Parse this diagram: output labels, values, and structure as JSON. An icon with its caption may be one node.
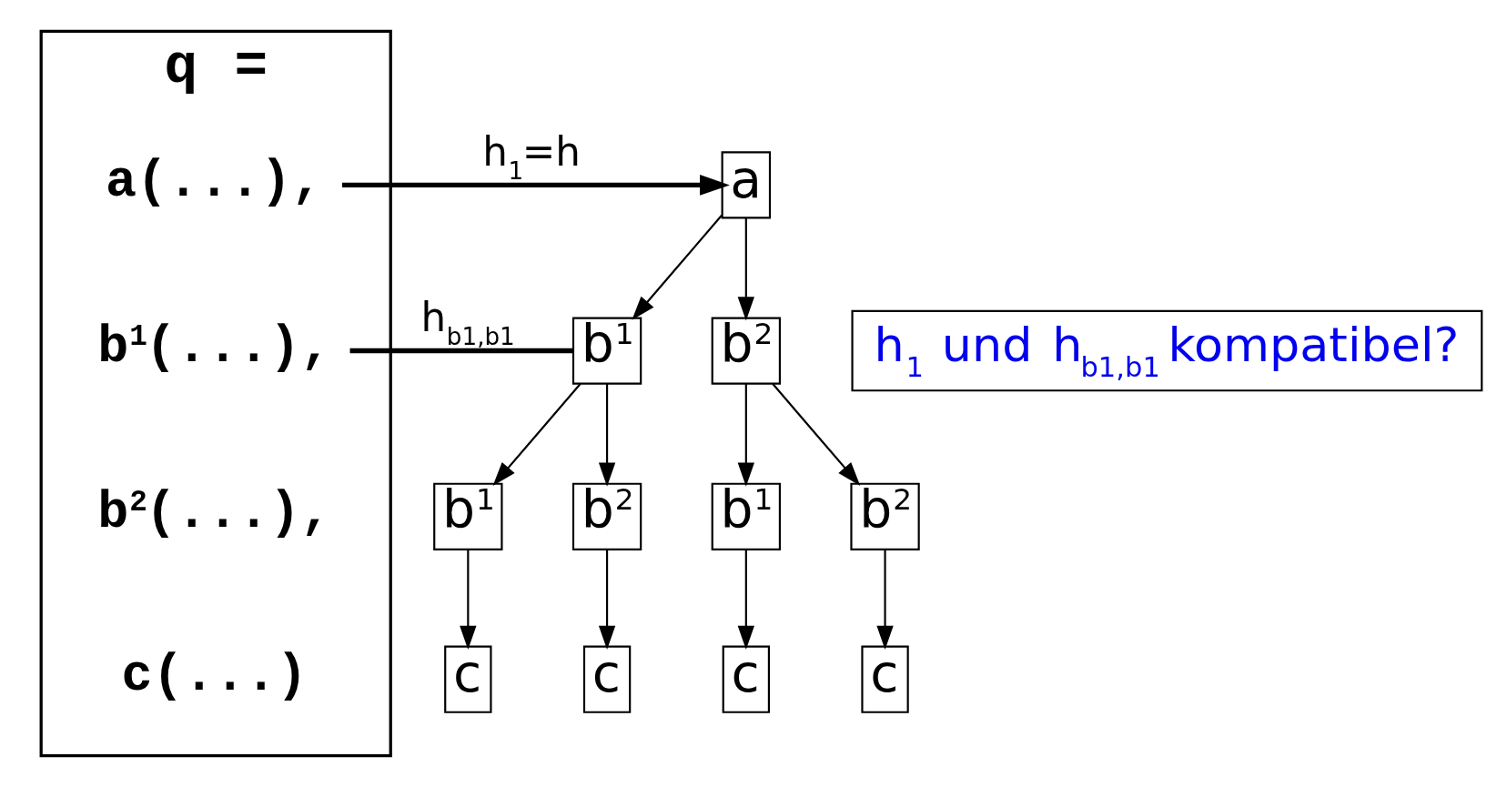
{
  "diagram": {
    "nodes": [
      {
        "text": [
          "q ="
        ]
      },
      {
        "text": [
          "a(...),"
        ],
        "in": 0
      },
      {
        "text": [
          "b$^{1}$(...),"
        ],
        "in": 0
      },
      {
        "text": [
          "b$^{2}$(...),"
        ],
        "in": 0
      },
      {
        "text": [
          "c(...)"
        ],
        "in": 0
      },
      {
        "text": [
          "a"
        ]
      },
      {
        "text": [
          "b$^{1}$"
        ]
      },
      {
        "text": [
          "b$^{2}$"
        ]
      },
      {
        "text": [
          "b$^{1}$"
        ]
      },
      {
        "text": [
          "b$^{2}$"
        ]
      },
      {
        "text": [
          "b$^{1}$"
        ]
      },
      {
        "text": [
          "b$^{2}$"
        ]
      },
      {
        "text": [
          "c"
        ]
      },
      {
        "text": [
          "c"
        ]
      },
      {
        "text": [
          "c"
        ]
      },
      {
        "text": [
          "c"
        ]
      },
      {
        "text": [
          "h$_{1}$ und h$_{b1,b1}$ kompatibel?"
        ]
      }
    ],
    "edges": [
      {
        "from": 1,
        "to": 5,
        "arrow": "to",
        "label": "h$_{1}$=h",
        "style": "thick"
      },
      {
        "from": 2,
        "to": 6,
        "arrow": "none",
        "label": "h$_{b1,b1}$",
        "style": "thick"
      },
      {
        "from": 5,
        "to": 6,
        "arrow": "to"
      },
      {
        "from": 5,
        "to": 7,
        "arrow": "to"
      },
      {
        "from": 6,
        "to": 8,
        "arrow": "to"
      },
      {
        "from": 6,
        "to": 9,
        "arrow": "to"
      },
      {
        "from": 7,
        "to": 10,
        "arrow": "to"
      },
      {
        "from": 7,
        "to": 11,
        "arrow": "to"
      },
      {
        "from": 8,
        "to": 12,
        "arrow": "to"
      },
      {
        "from": 9,
        "to": 13,
        "arrow": "to"
      },
      {
        "from": 10,
        "to": 14,
        "arrow": "to"
      },
      {
        "from": 11,
        "to": 15,
        "arrow": "to"
      }
    ]
  }
}
